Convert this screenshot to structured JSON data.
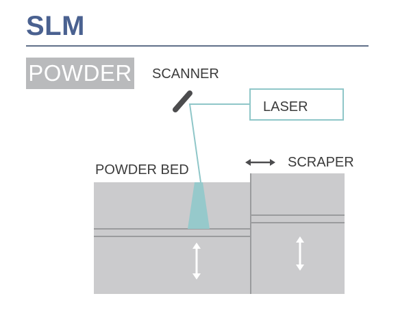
{
  "title": "SLM",
  "badge": "POWDER",
  "labels": {
    "scanner": "SCANNER",
    "laser": "LASER",
    "powder_bed": "POWDER BED",
    "scraper": "SCRAPER"
  },
  "colors": {
    "title": "#4a6190",
    "badge_bg": "#b9babc",
    "laser": "#8ec6c8",
    "bed_fill": "#cbcbcd",
    "bed_lines": "#9a9b9d",
    "scanner": "#4c4c4e"
  },
  "icons": {
    "scraper_motion": "double-arrow-horizontal-icon",
    "bed_motion": "double-arrow-vertical-icon"
  }
}
